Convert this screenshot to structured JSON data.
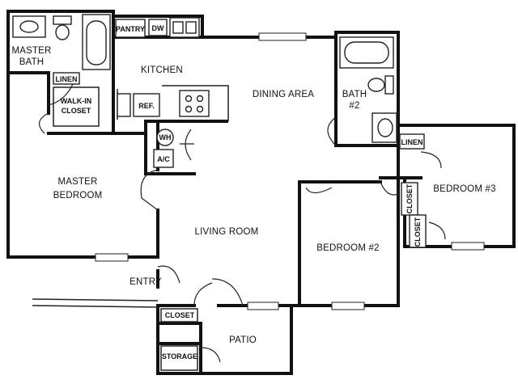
{
  "rooms": {
    "master_bath_line1": "MASTER",
    "master_bath_line2": "BATH",
    "pantry": "PANTRY",
    "dw": "DW",
    "kitchen": "KITCHEN",
    "linen_1": "LINEN",
    "walkin_line1": "WALK-IN",
    "walkin_line2": "CLOSET",
    "ref": "REF.",
    "dining_area": "DINING AREA",
    "bath2_line1": "BATH",
    "bath2_line2": "#2",
    "linen_2": "LINEN",
    "wh": "WH",
    "ac": "A/C",
    "bedroom3": "BEDROOM #3",
    "closet_v1": "CLOSET",
    "closet_v2": "CLOSET",
    "master_bedroom_line1": "MASTER",
    "master_bedroom_line2": "BEDROOM",
    "living_room": "LIVING ROOM",
    "bedroom2": "BEDROOM #2",
    "entry": "ENTRY",
    "closet_entry": "CLOSET",
    "storage": "STORAGE",
    "patio": "PATIO"
  }
}
